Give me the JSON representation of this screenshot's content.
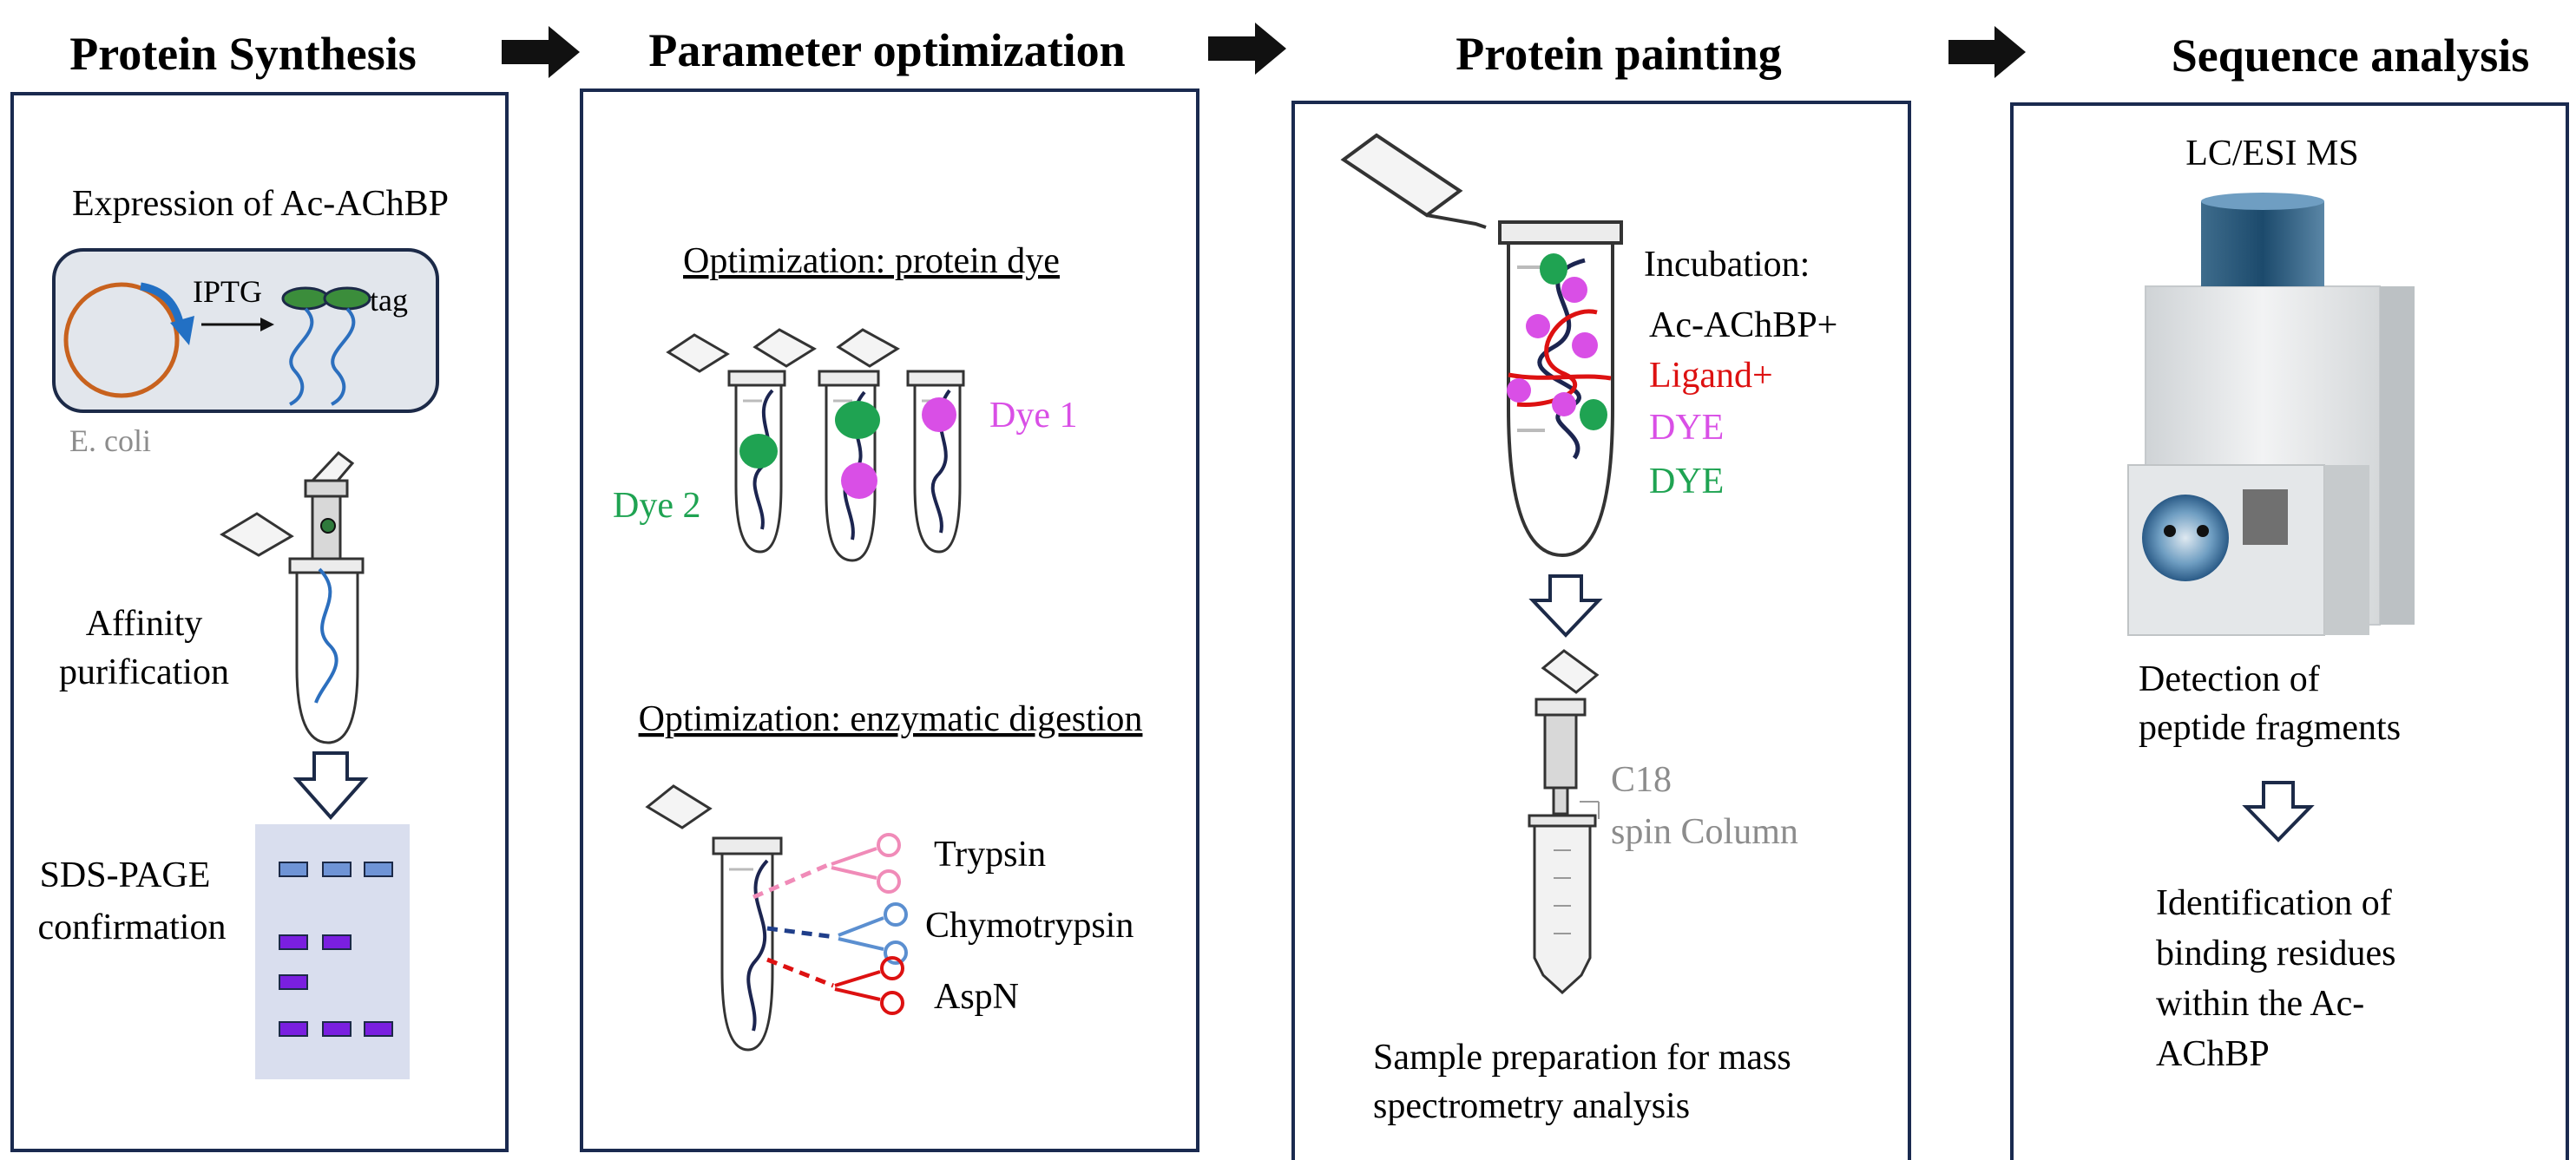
{
  "steps": [
    {
      "title": "Protein Synthesis"
    },
    {
      "title": "Parameter optimization"
    },
    {
      "title": "Protein painting"
    },
    {
      "title": "Sequence analysis"
    }
  ],
  "synthesis": {
    "expression": "Expression of  Ac-AChBP",
    "iptg": "IPTG",
    "tag": "tag",
    "ecoli": "E. coli",
    "affinity_1": "Affinity",
    "affinity_2": "purification",
    "sds_1": "SDS-PAGE",
    "sds_2": "confirmation"
  },
  "optimization": {
    "dye_heading": "Optimization: protein dye",
    "dye1": "Dye 1",
    "dye2": "Dye 2",
    "digest_heading": "Optimization: enzymatic digestion",
    "enzymes": [
      "Trypsin",
      "Chymotrypsin",
      "AspN"
    ]
  },
  "painting": {
    "incubation": "Incubation:",
    "items": [
      "Ac-AChBP+",
      "Ligand+",
      "DYE",
      "DYE"
    ],
    "c18_1": "C18",
    "c18_2": "spin Column",
    "sample_1": "Sample preparation for mass",
    "sample_2": "spectrometry analysis"
  },
  "sequence": {
    "instrument": "LC/ESI MS",
    "detection_1": "Detection of",
    "detection_2": "peptide fragments",
    "ident_1": "Identification of",
    "ident_2": "binding residues",
    "ident_3": "within the Ac-",
    "ident_4": "AChBP"
  },
  "colors": {
    "magenta": "#d94fe6",
    "green": "#1fa352",
    "red": "#dd1111",
    "navy": "#152348",
    "grey_text": "#8c8c8c"
  }
}
